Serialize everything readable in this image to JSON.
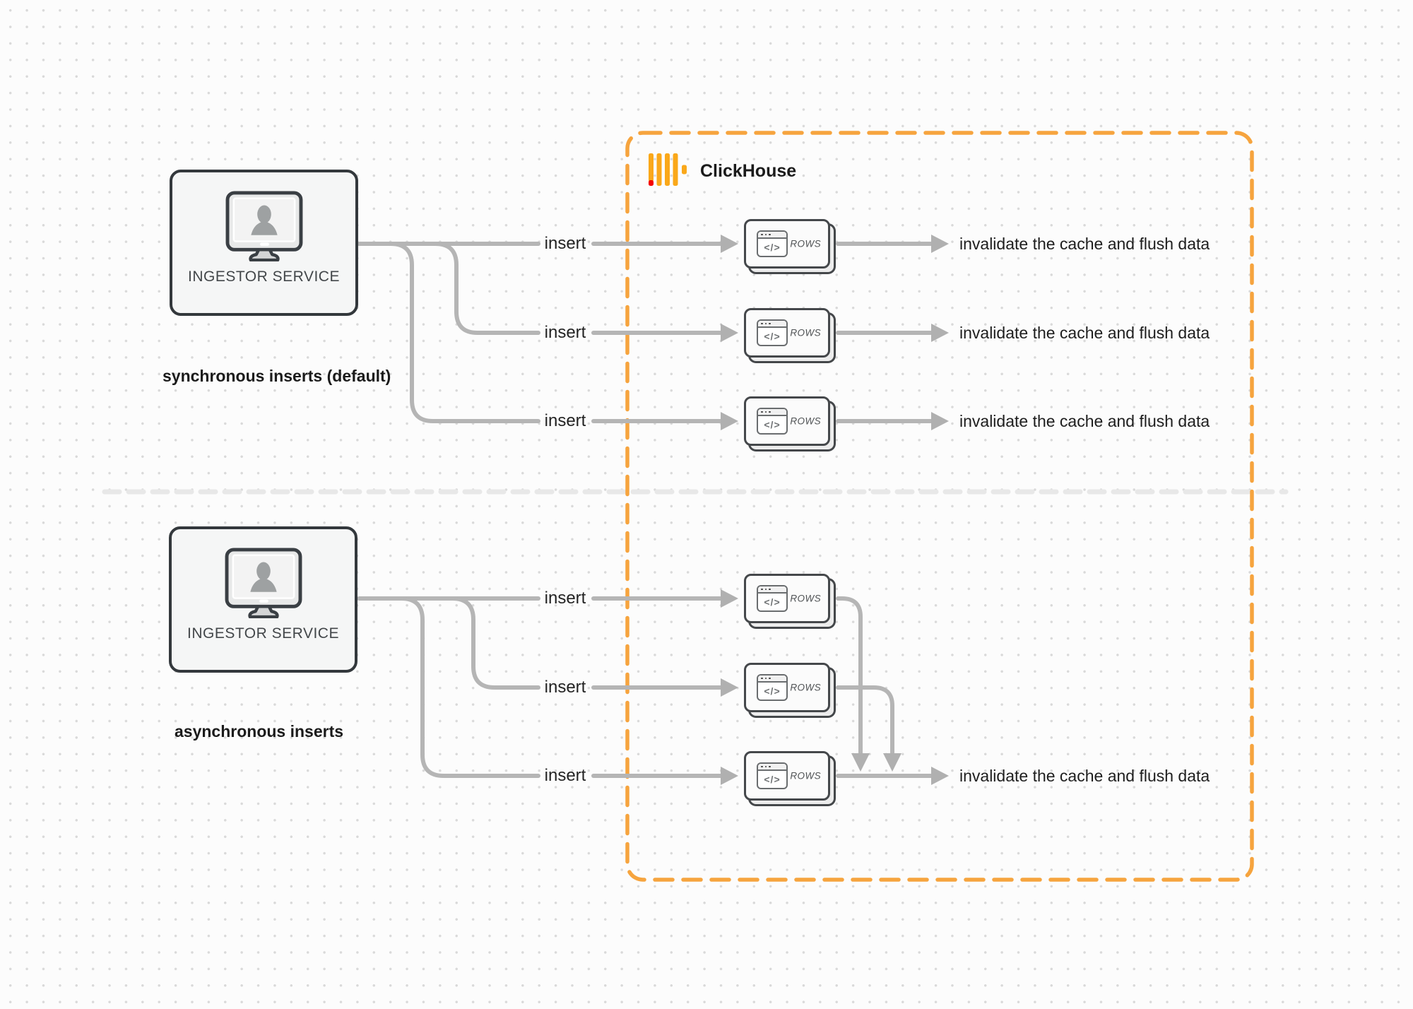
{
  "clickhouse": {
    "label": "ClickHouse"
  },
  "sections": [
    {
      "caption": "synchronous inserts (default)",
      "service": {
        "label": "INGESTOR SERVICE"
      },
      "rows": [
        {
          "insert_label": "insert",
          "card": {
            "glyph": "</>",
            "label": "ROWS"
          },
          "result_label": "invalidate the cache and flush data"
        },
        {
          "insert_label": "insert",
          "card": {
            "glyph": "</>",
            "label": "ROWS"
          },
          "result_label": "invalidate the cache and flush data"
        },
        {
          "insert_label": "insert",
          "card": {
            "glyph": "</>",
            "label": "ROWS"
          },
          "result_label": "invalidate the cache and flush data"
        }
      ]
    },
    {
      "caption": "asynchronous inserts",
      "service": {
        "label": "INGESTOR SERVICE"
      },
      "rows": [
        {
          "insert_label": "insert",
          "card": {
            "glyph": "</>",
            "label": "ROWS"
          }
        },
        {
          "insert_label": "insert",
          "card": {
            "glyph": "</>",
            "label": "ROWS"
          }
        },
        {
          "insert_label": "insert",
          "card": {
            "glyph": "</>",
            "label": "ROWS"
          },
          "result_label": "invalidate the cache and flush data"
        }
      ]
    }
  ],
  "colors": {
    "accent_orange": "#F6A43E",
    "connector_gray": "#B5B5B5",
    "divider_gray": "#E8E8E8",
    "clickhouse_yellow": "#FAA81A",
    "clickhouse_red": "#F50000",
    "text_dark": "#1E1E1E"
  }
}
